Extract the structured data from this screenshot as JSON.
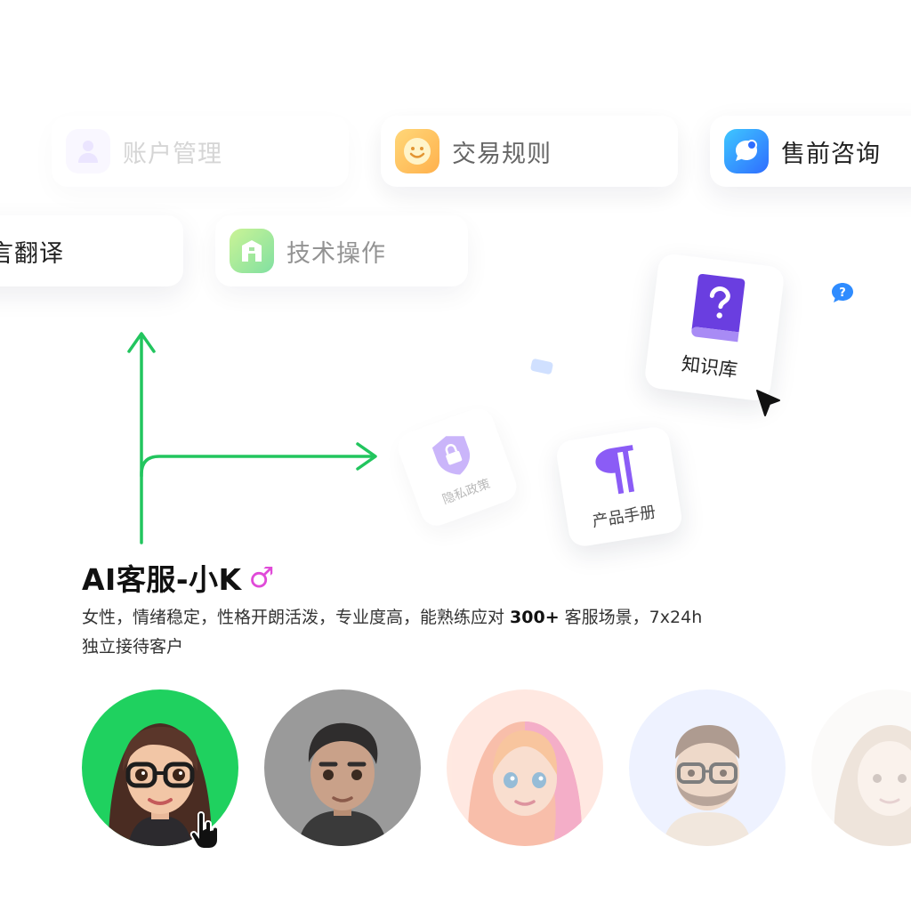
{
  "categories": [
    {
      "label": "账户管理",
      "icon": "user-icon"
    },
    {
      "label": "交易规则",
      "icon": "smile-icon"
    },
    {
      "label": "售前咨询",
      "icon": "chat-icon"
    },
    {
      "label": "语言翻译",
      "icon": "translate-icon"
    },
    {
      "label": "技术操作",
      "icon": "building-icon"
    }
  ],
  "cards": {
    "knowledge_base": "知识库",
    "product_manual": "产品手册",
    "privacy_policy": "隐私政策"
  },
  "agent": {
    "name": "AI客服-小K",
    "gender_symbol": "♂",
    "desc_part1": "女性，情绪稳定，性格开朗活泼，专业度高，能熟练应对 ",
    "desc_bold": "300+",
    "desc_part2": " 客服场景，7x24h 独立接待客户"
  },
  "avatars": [
    "woman-glasses-avatar",
    "man-dark-hair-avatar",
    "woman-pink-hair-avatar",
    "man-beard-glasses-avatar",
    "woman-curly-avatar"
  ],
  "colors": {
    "accent_green": "#1fd15f",
    "arrow_green": "#22c55e",
    "brand_purple": "#6a3ee0",
    "chat_blue": "#2f8cff"
  }
}
